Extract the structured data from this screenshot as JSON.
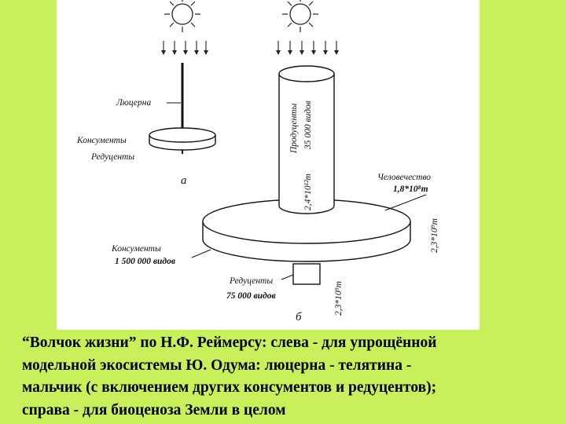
{
  "diagram": {
    "left": {
      "plant_label": "Люцерна",
      "consumers_label": "Консументы",
      "reducers_label": "Редуценты",
      "letter": "а"
    },
    "right": {
      "producers_label_1": "Продуценты",
      "producers_label_2": "35 000 видов",
      "producers_mass": "2,4*10¹²т",
      "humanity_label": "Человечество",
      "humanity_mass": "1,8*10⁸т",
      "consumers_label": "Консументы",
      "consumers_count": "1 500 000 видов",
      "consumers_mass": "2,3*10⁹т",
      "reducers_label": "Редуценты",
      "reducers_count": "75 000 видов",
      "reducers_mass": "2,3*10⁹т",
      "letter": "б"
    }
  },
  "caption": {
    "line1": "“Волчок жизни” по Н.Ф. Реймерсу: слева - для упрощённой",
    "line2": "модельной экосистемы Ю. Одума: люцерна - телятина -",
    "line3": "мальчик (с включением других консументов и редуцентов);",
    "line4": "справа - для биоценоза Земли  в целом"
  },
  "colors": {
    "background": "#c8f05a",
    "panel": "#ffffff",
    "ink": "#111111"
  }
}
